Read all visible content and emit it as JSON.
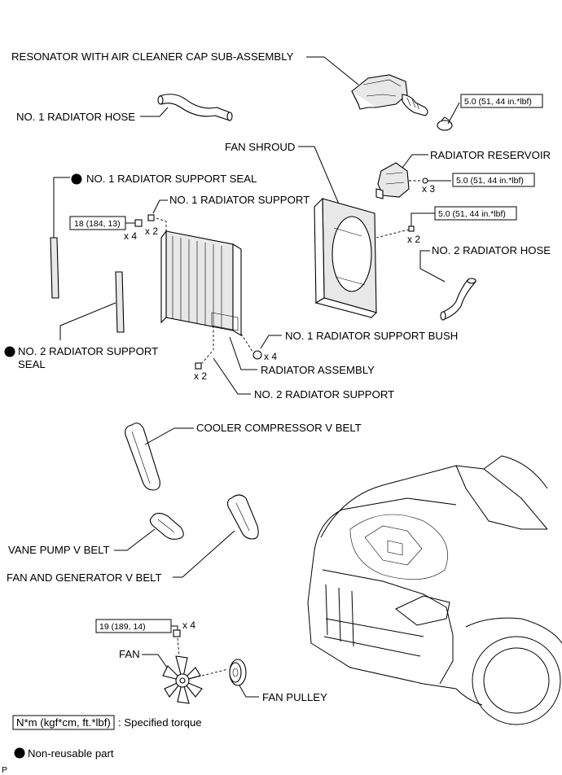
{
  "labels": {
    "resonator": "RESONATOR WITH AIR CLEANER CAP SUB-ASSEMBLY",
    "radiator_hose_1": "NO. 1 RADIATOR HOSE",
    "fan_shroud": "FAN SHROUD",
    "radiator_reservoir": "RADIATOR RESERVOIR",
    "support_seal_1": "NO. 1 RADIATOR SUPPORT SEAL",
    "support_1": "NO. 1 RADIATOR SUPPORT",
    "radiator_hose_2": "NO. 2 RADIATOR HOSE",
    "support_bush_1": "NO. 1 RADIATOR SUPPORT BUSH",
    "support_seal_2_line1": "NO. 2 RADIATOR SUPPORT",
    "support_seal_2_line2": "SEAL",
    "radiator_assembly": "RADIATOR ASSEMBLY",
    "support_2": "NO. 2 RADIATOR SUPPORT",
    "cooler_belt": "COOLER COMPRESSOR V BELT",
    "vane_belt": "VANE PUMP V BELT",
    "fan_gen_belt": "FAN AND GENERATOR V BELT",
    "fan": "FAN",
    "fan_pulley": "FAN PULLEY"
  },
  "torques": {
    "resonator_clamp": "5.0 (51, 44 in.*lbf)",
    "reservoir_bolt": "5.0 (51, 44 in.*lbf)",
    "shroud_bolt": "5.0 (51, 44 in.*lbf)",
    "support_bolt": "18 (184, 13)",
    "fan_nut": "19 (189, 14)"
  },
  "quantities": {
    "reservoir_bolt": "x 3",
    "shroud_bolt": "x 2",
    "support_bolt": "x 4",
    "support_1": "x 2",
    "bush": "x 4",
    "support_2": "x 2",
    "fan_nut": "x 4"
  },
  "legend": {
    "torque_unit": "N*m (kgf*cm, ft.*lbf)",
    "torque_desc": ": Specified torque",
    "non_reusable": "Non-reusable part"
  },
  "corner_mark": "P"
}
